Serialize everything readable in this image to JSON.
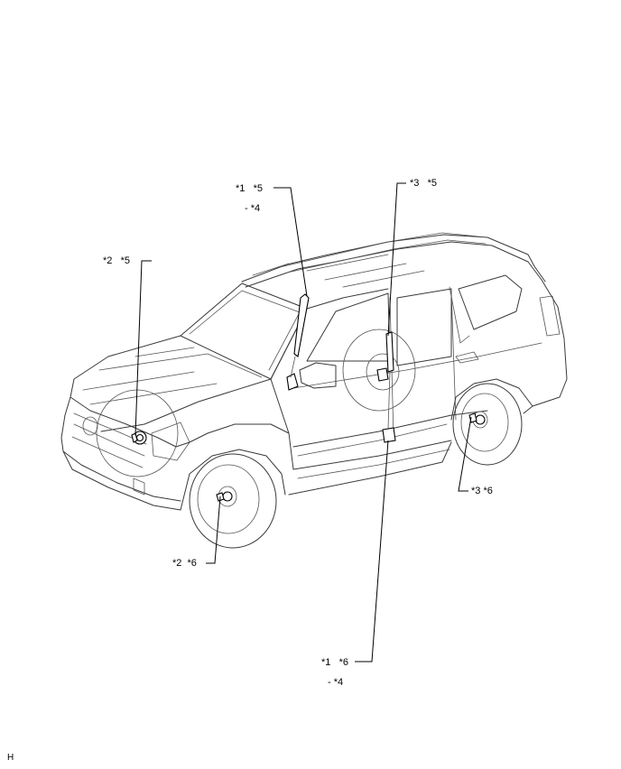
{
  "labels": {
    "front_upper_left": {
      "line1": "*1   *5",
      "line2": "- *4"
    },
    "rear_upper": {
      "line1": "*3   *5"
    },
    "front_fender": {
      "line1": "*2   *5"
    },
    "rear_wheel": {
      "line1": "*3 *6"
    },
    "front_wheel": {
      "line1": "*2  *6"
    },
    "lower_center": {
      "line1": "*1   *6",
      "line2": "- *4"
    }
  },
  "corner_mark": "H",
  "illustration": {
    "subject": "suv-speaker-location",
    "line_color": "#3a3a3a",
    "leader_color": "#000000"
  }
}
